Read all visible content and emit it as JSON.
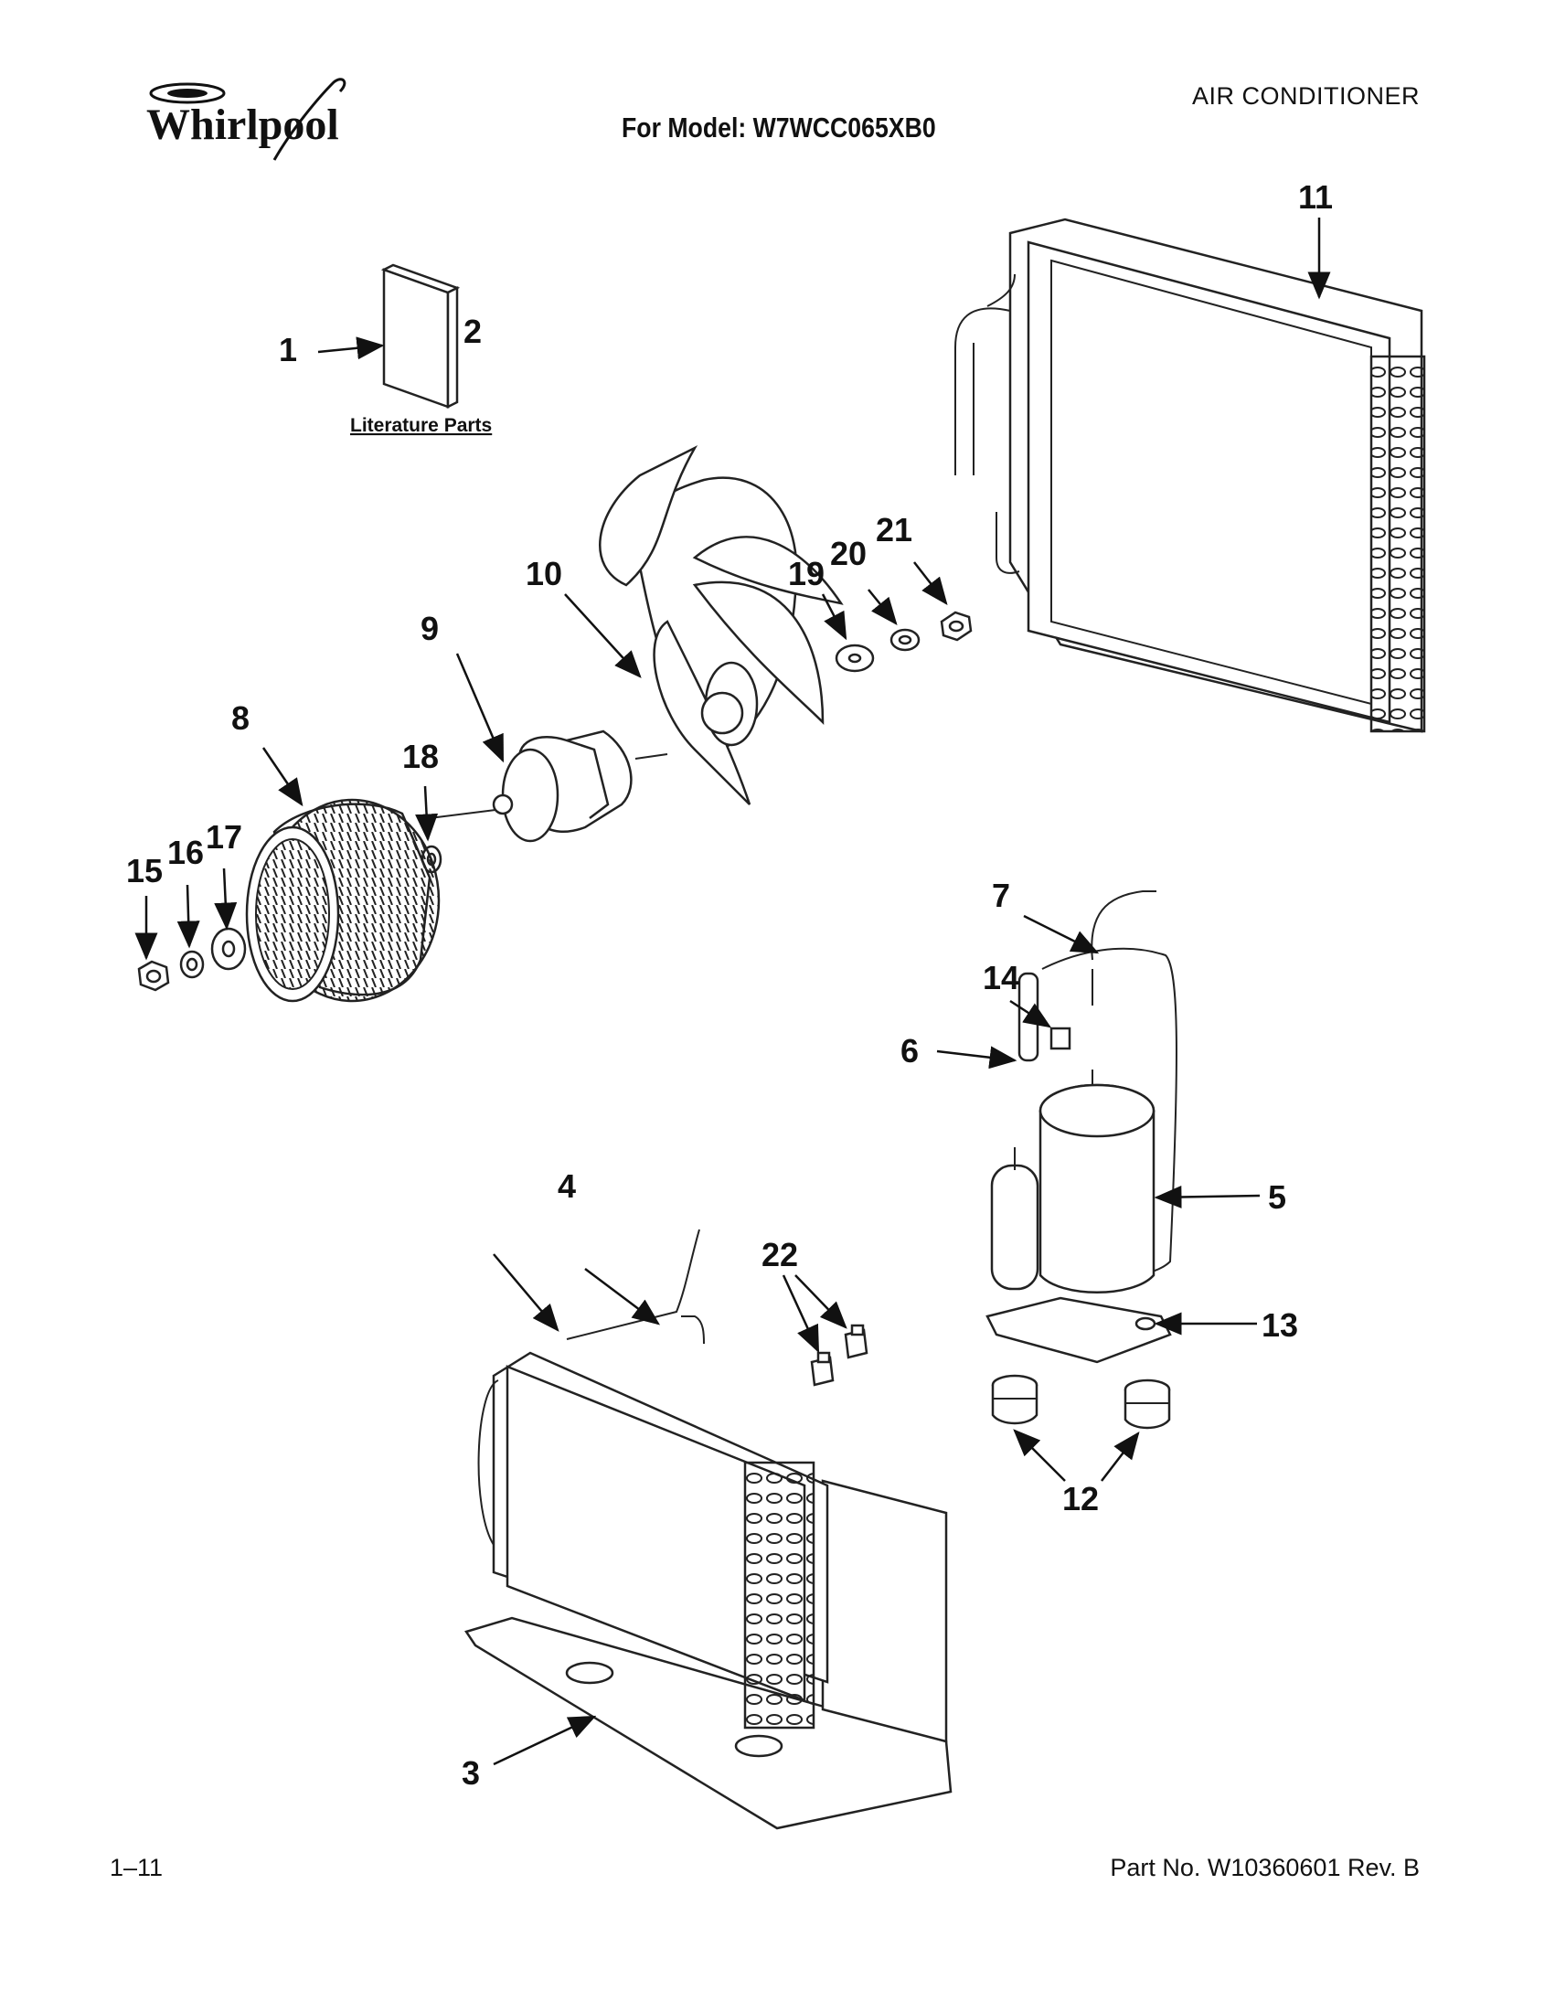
{
  "header": {
    "brand": "Whirlpool",
    "model_label": "For Model: W7WCC065XB0",
    "category": "AIR CONDITIONER"
  },
  "footer": {
    "page": "1–11",
    "part_number": "Part No. W10360601 Rev. B"
  },
  "literature_label": "Literature Parts",
  "callouts": [
    "1",
    "2",
    "3",
    "4",
    "5",
    "6",
    "7",
    "8",
    "9",
    "10",
    "11",
    "12",
    "13",
    "14",
    "15",
    "16",
    "17",
    "18",
    "19",
    "20",
    "21",
    "22"
  ]
}
